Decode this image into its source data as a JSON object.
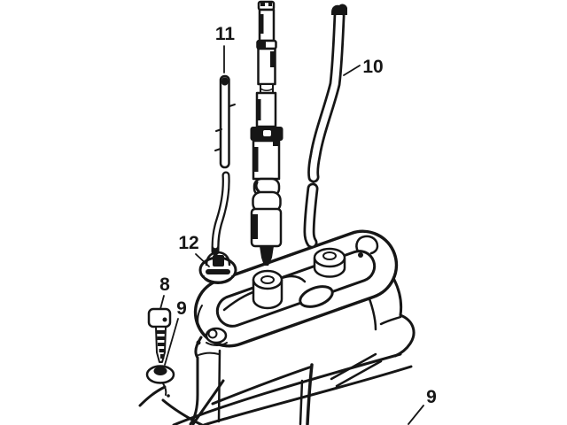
{
  "figure": {
    "kind": "parts-diagram",
    "background_color": "#ffffff",
    "line_color": "#161616",
    "callouts": [
      {
        "text": "11"
      },
      {
        "text": "10"
      },
      {
        "text": "12"
      },
      {
        "text": "8"
      },
      {
        "text": "9"
      },
      {
        "text": "9"
      }
    ]
  }
}
